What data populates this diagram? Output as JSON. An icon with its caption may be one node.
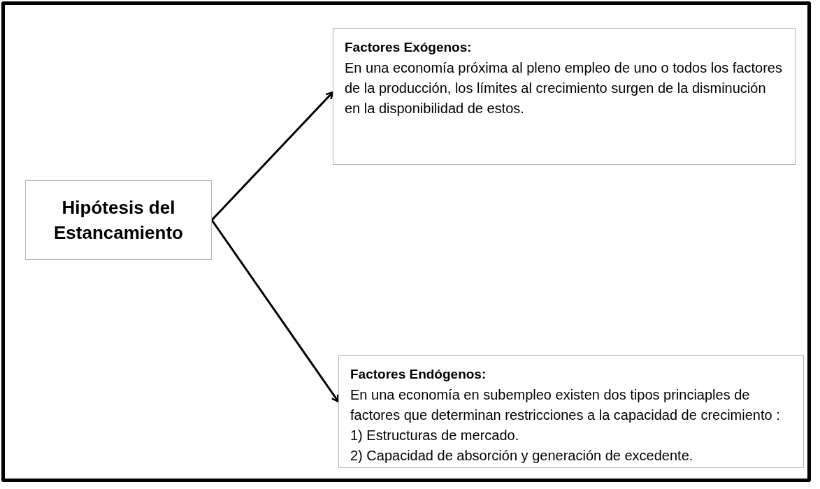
{
  "diagram": {
    "nodes": [
      {
        "text": [
          "Hipótesis del Estancamiento"
        ]
      },
      {
        "text": [
          "Factores Exógenos:",
          "En una economía próxima al pleno empleo de uno o todos los factores de la producción, los límites al crecimiento surgen de la disminución en la disponibilidad de estos."
        ]
      },
      {
        "text": [
          "Factores Endógenos:",
          "En una economía en subempleo existen dos tipos princiaples de factores que determinan restricciones a la capacidad de crecimiento :",
          "1) Estructuras de mercado.",
          "2) Capacidad de absorción y generación de excedente."
        ]
      }
    ],
    "edges": [
      {
        "from": 0,
        "to": 1,
        "arrow": "to"
      },
      {
        "from": 0,
        "to": 2,
        "arrow": "to"
      }
    ]
  }
}
